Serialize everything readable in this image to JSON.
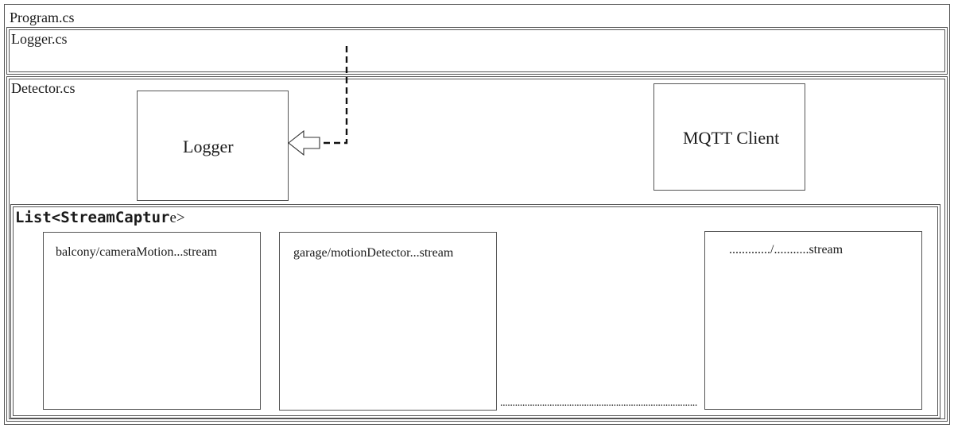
{
  "program": {
    "title": "Program.cs"
  },
  "logger_file": {
    "title": "Logger.cs"
  },
  "detector": {
    "title": "Detector.cs",
    "logger_box": {
      "label": "Logger"
    },
    "mqtt_box": {
      "label": "MQTT Client"
    },
    "stream_list": {
      "title_prefix": "List<StreamCaptur",
      "title_suffix": "e>",
      "streams": [
        {
          "label": "balcony/cameraMotion...stream"
        },
        {
          "label": "garage/motionDetector...stream"
        },
        {
          "label": "............./...........stream"
        }
      ],
      "ellipsis": "................................................................................"
    }
  }
}
